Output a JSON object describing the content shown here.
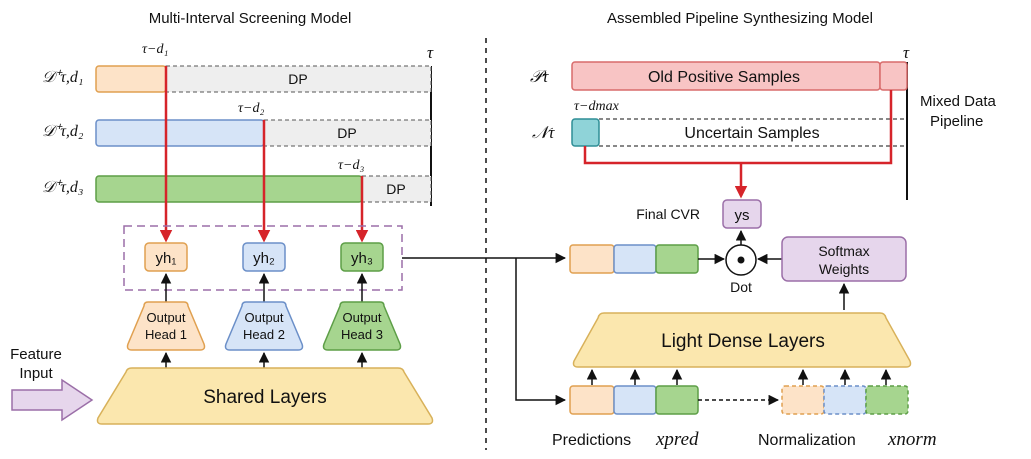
{
  "left_panel": {
    "title": "Multi-Interval Screening Model",
    "tau": "τ",
    "rows": [
      {
        "label": "𝒟⁺τ,d₁",
        "marker": "τ−d₁",
        "dp": "DP"
      },
      {
        "label": "𝒟⁺τ,d₂",
        "marker": "τ−d₂",
        "dp": "DP"
      },
      {
        "label": "𝒟⁺τ,d₃",
        "marker": "τ−d₃",
        "dp": "DP"
      }
    ],
    "outputs": [
      "yh₁",
      "yh₂",
      "yh₃"
    ],
    "heads": [
      {
        "line1": "Output",
        "line2": "Head 1"
      },
      {
        "line1": "Output",
        "line2": "Head 2"
      },
      {
        "line1": "Output",
        "line2": "Head 3"
      }
    ],
    "shared_layers": "Shared Layers",
    "feature_input": {
      "line1": "Feature",
      "line2": "Input"
    }
  },
  "right_panel": {
    "title": "Assembled Pipeline Synthesizing Model",
    "tau": "τ",
    "p_label": "𝒫τ",
    "n_label": "𝒩τ",
    "old_positive": "Old Positive Samples",
    "uncertain": "Uncertain Samples",
    "dmax_marker": "τ−dmax",
    "mixed_pipeline": {
      "line1": "Mixed Data",
      "line2": "Pipeline"
    },
    "final_cvr": "Final CVR",
    "ys": "ys",
    "dot": "Dot",
    "softmax": {
      "line1": "Softmax",
      "line2": "Weights"
    },
    "light_dense": "Light Dense Layers",
    "predictions": "Predictions",
    "predictions_math": "xpred",
    "normalization": "Normalization",
    "normalization_math": "xnorm"
  },
  "colors": {
    "orange_fill": "#fde3c8",
    "orange_stroke": "#e0a050",
    "blue_fill": "#d6e4f7",
    "blue_stroke": "#6b8fc8",
    "green_fill": "#a6d58f",
    "green_stroke": "#5d9e47",
    "red_fill": "#f8c4c4",
    "red_stroke": "#d86b6b",
    "teal_fill": "#8fd3d8",
    "teal_stroke": "#2f8e96",
    "yellow_fill": "#fbe7ae",
    "yellow_stroke": "#d8b15a",
    "purple_fill": "#e6d6ec",
    "purple_stroke": "#9b6fa8",
    "arrow_red": "#d6242a"
  }
}
